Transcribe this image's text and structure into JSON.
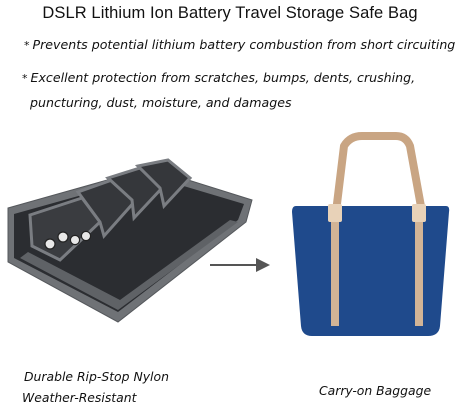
{
  "title": "DSLR Lithium Ion Battery Travel Storage Safe Bag",
  "bullet_icon": "*",
  "bullets": [
    "Prevents potential lithium battery combustion from short circuiting",
    "Excellent protection from scratches, bumps, dents, crushing,",
    "puncturing, dust, moisture, and damages"
  ],
  "captions": {
    "left_line1": "Durable Rip-Stop Nylon",
    "left_line2": "Weather-Resistant",
    "right": "Carry-on Baggage"
  },
  "colors": {
    "pouch_gray": "#6f7276",
    "pouch_dark": "#2b2d31",
    "bag_blue": "#1f4a8c",
    "strap_tan": "#c9a583",
    "arrow": "#555555"
  },
  "icons": [
    "battery-pouch-image",
    "arrow-right-icon",
    "tote-bag-image"
  ]
}
